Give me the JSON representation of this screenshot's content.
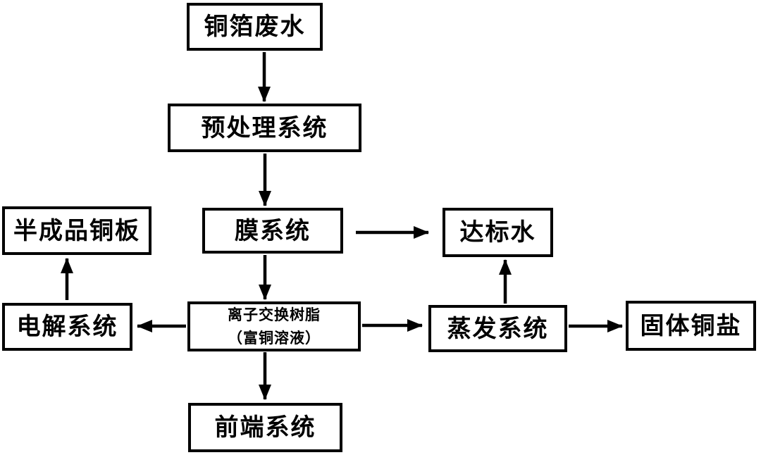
{
  "diagram": {
    "background_color": "#ffffff",
    "line_color": "#000000",
    "box_fill_color": "#ffffff",
    "nodes": {
      "copper_foil_wastewater": {
        "label": "铜箔废水"
      },
      "pretreatment_system": {
        "label": "预处理系统"
      },
      "membrane_system": {
        "label": "膜系统"
      },
      "standard_water": {
        "label": "达标水"
      },
      "semi_finished_copper_plate": {
        "label": "半成品铜板"
      },
      "electrolysis_system": {
        "label": "电解系统"
      },
      "ion_exchange_resin": {
        "label_line1": "离子交换树脂",
        "label_line2": "（富铜溶液）"
      },
      "evaporation_system": {
        "label": "蒸发系统"
      },
      "solid_copper_salt": {
        "label": "固体铜盐"
      },
      "front_end_system": {
        "label": "前端系统"
      }
    },
    "edges": [
      {
        "from": "铜箔废水",
        "to": "预处理系统"
      },
      {
        "from": "预处理系统",
        "to": "膜系统"
      },
      {
        "from": "膜系统",
        "to": "达标水"
      },
      {
        "from": "膜系统",
        "to": "离子交换树脂（富铜溶液）"
      },
      {
        "from": "离子交换树脂（富铜溶液）",
        "to": "电解系统"
      },
      {
        "from": "电解系统",
        "to": "半成品铜板"
      },
      {
        "from": "离子交换树脂（富铜溶液）",
        "to": "蒸发系统"
      },
      {
        "from": "蒸发系统",
        "to": "达标水"
      },
      {
        "from": "蒸发系统",
        "to": "固体铜盐"
      },
      {
        "from": "离子交换树脂（富铜溶液）",
        "to": "前端系统"
      }
    ]
  }
}
